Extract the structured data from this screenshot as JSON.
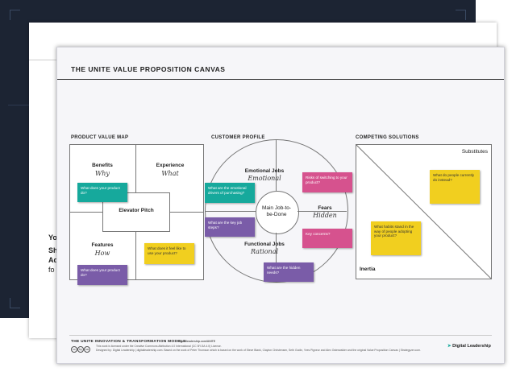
{
  "canvas": {
    "title": "THE UNITE VALUE PROPOSITION CANVAS",
    "sections": {
      "product": "PRODUCT VALUE MAP",
      "customer": "CUSTOMER PROFILE",
      "competing": "COMPETING SOLUTIONS"
    },
    "value_map": {
      "benefits": "Benefits",
      "benefits_hand": "Why",
      "experience": "Experience",
      "experience_hand": "What",
      "elevator": "Elevator Pitch",
      "features": "Features",
      "features_hand": "How"
    },
    "profile": {
      "emotional": "Emotional Jobs",
      "emotional_hand": "Emotional",
      "main_job": "Main Job-to-be-Done",
      "fears": "Fears",
      "fears_hand": "Hidden",
      "functional": "Functional Jobs",
      "functional_hand": "Rational"
    },
    "competing": {
      "substitutes": "Substitutes",
      "inertia": "Inertia"
    },
    "stickies": {
      "benefits_q": "What does your product do?",
      "experience_q": "What does it feel like to use your product?",
      "features_q": "What does your product do?",
      "emotional_q": "What are the emotional drivers of purchasing?",
      "key_job_q": "What are the key job steps?",
      "hidden_needs_q": "What are the hidden needs?",
      "risks_q": "Risks of switching to your product?",
      "concerns_q": "Key concerns?",
      "substitutes_q": "What do people currently do instead?",
      "inertia_q": "What habits stand in the way of people adopting your product?"
    },
    "footer": {
      "models": "THE UNITE INNOVATION & TRANSFORMATION MODELS",
      "url": "digitalleadership.com/UNITE",
      "license": "This work is licensed under the Creative Commons Attribution 4.0 International (CC BY-SA 4.0) License.",
      "credit": "Designed by: Digital Leadership | digitalleadership.com. Based on the work of Peter Thomson which is based on the work of Steve Blank, Clayton Christensen, Seth Godin, Yves Pigneur and Alex Osterwalder and the original Value Proposition Canvas | Strategyzer.com.",
      "brand": "Digital Leadership",
      "license_icons": [
        "cc",
        "by",
        "sa"
      ]
    }
  },
  "behind_sheet": {
    "line1": "Yo",
    "line2": "Sh",
    "line3": "Ad",
    "line4": "fo"
  },
  "colors": {
    "teal": "#16a99c",
    "pink": "#d6528e",
    "purple": "#7a5ca8",
    "yellow": "#f1cf1f",
    "dark": "#1c2433"
  }
}
